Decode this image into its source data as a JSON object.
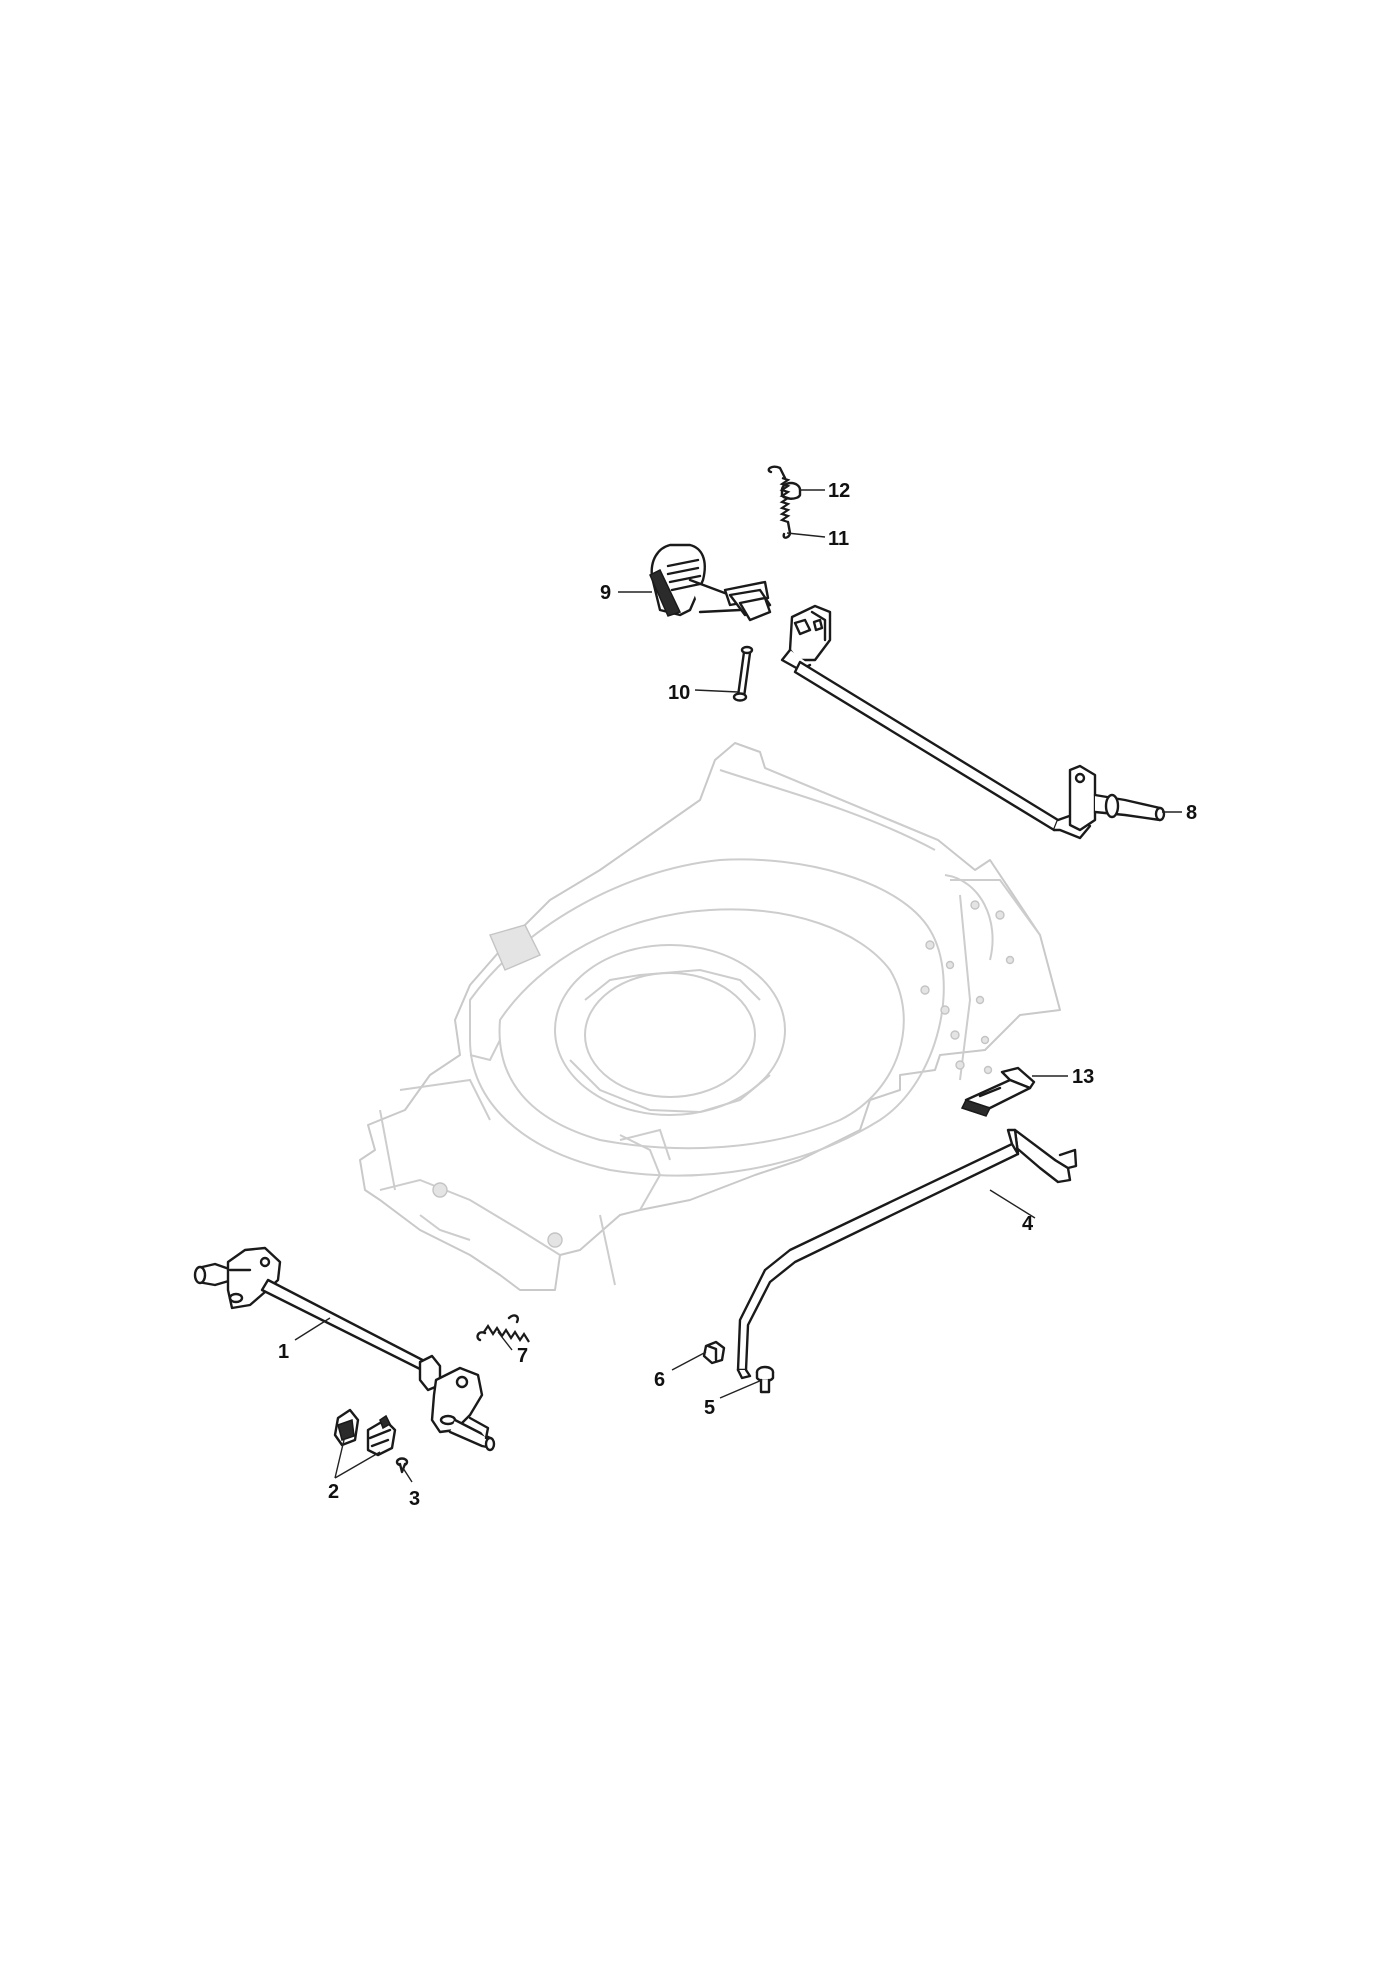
{
  "callouts": [
    {
      "id": "1",
      "label": "1"
    },
    {
      "id": "2",
      "label": "2"
    },
    {
      "id": "3",
      "label": "3"
    },
    {
      "id": "4",
      "label": "4"
    },
    {
      "id": "5",
      "label": "5"
    },
    {
      "id": "6",
      "label": "6"
    },
    {
      "id": "7",
      "label": "7"
    },
    {
      "id": "8",
      "label": "8"
    },
    {
      "id": "9",
      "label": "9"
    },
    {
      "id": "10",
      "label": "10"
    },
    {
      "id": "11",
      "label": "11"
    },
    {
      "id": "12",
      "label": "12"
    },
    {
      "id": "13",
      "label": "13"
    }
  ],
  "colors": {
    "line": "#1a1a1a",
    "deck_outline": "#c9c9c9",
    "background": "#ffffff"
  }
}
